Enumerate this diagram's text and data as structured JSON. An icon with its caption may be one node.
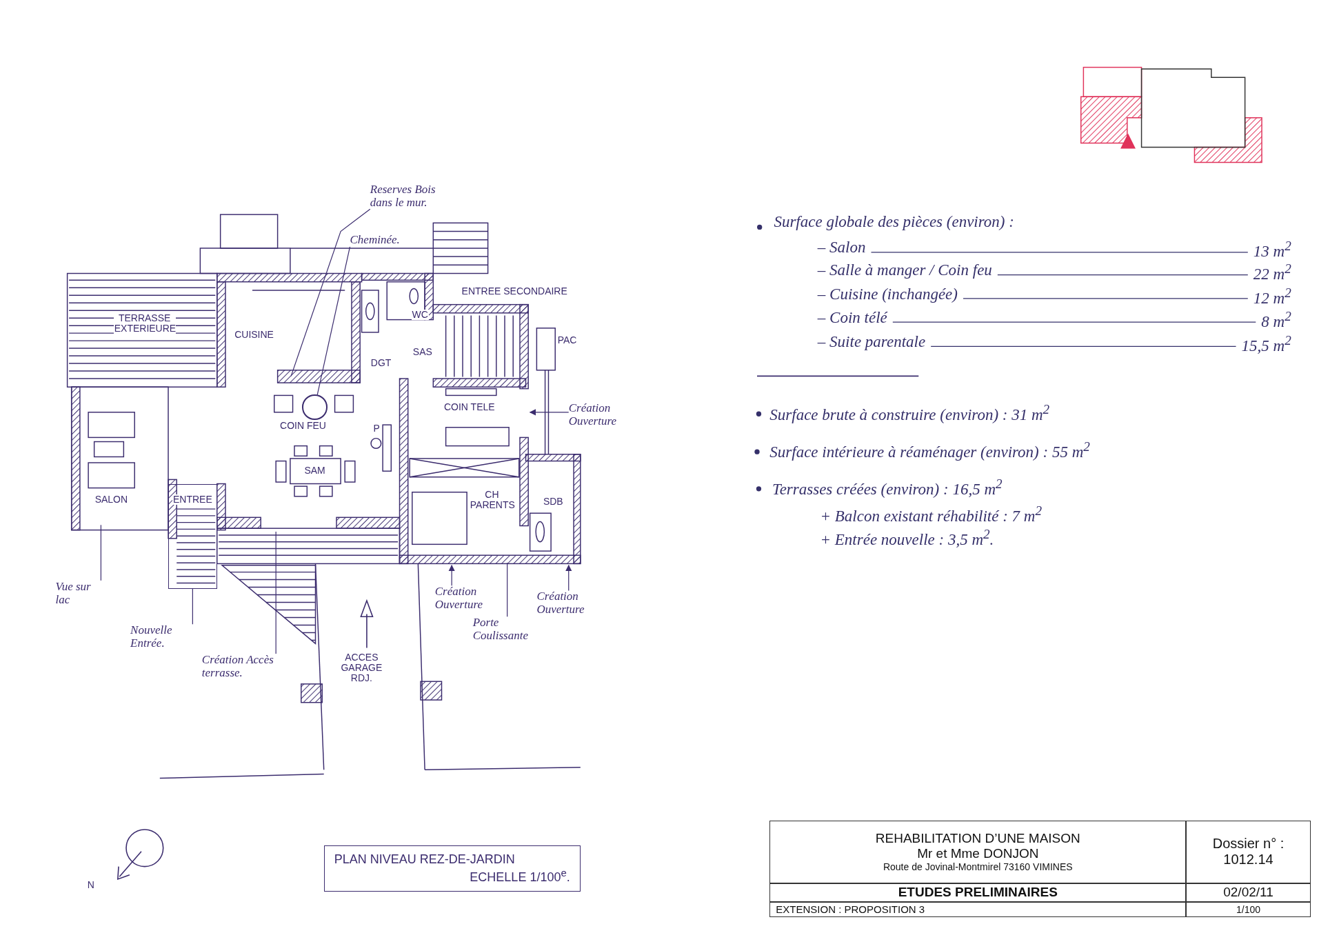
{
  "diagram": {
    "nodes": [
      {
        "text": [
          "Reserves Bois dans le mur."
        ]
      },
      {
        "text": [
          "Cheminée."
        ]
      },
      {
        "text": [
          "Création Ouverture"
        ]
      },
      {
        "text": [
          "Vue sur lac"
        ]
      },
      {
        "text": [
          "Nouvelle Entrée."
        ]
      },
      {
        "text": [
          "Création Accès terrasse."
        ]
      },
      {
        "text": [
          "Création Ouverture"
        ]
      },
      {
        "text": [
          "Porte Coulissante"
        ]
      },
      {
        "text": [
          "Création Ouverture"
        ]
      },
      {
        "text": [],
        "shape": "circle"
      },
      {
        "text": [
          "REHABILITATION D’UNE MAISON",
          "Mr et Mme DONJON",
          "Route de Jovinal-Montmirel 73160 VIMINES"
        ]
      },
      {
        "text": [
          "Dossier n° :",
          "1012.14"
        ]
      },
      {
        "text": [
          "ETUDES PRELIMINAIRES"
        ]
      },
      {
        "text": [
          "02/02/11"
        ]
      },
      {
        "text": [
          "EXTENSION : PROPOSITION 3"
        ]
      },
      {
        "text": [
          "1/100"
        ]
      },
      {
        "text": [
          "PLAN NIVEAU REZ-DE-JARDIN",
          "ECHELLE 1/100$^{e}$."
        ]
      },
      {
        "text": [
          "ENTREE"
        ]
      }
    ],
    "edges": [
      {
        "from": 0,
        "to": null,
        "arrow": "none"
      },
      {
        "from": 1,
        "to": 9,
        "arrow": "none"
      },
      {
        "from": 2,
        "to": null,
        "arrow": "to"
      },
      {
        "from": 3,
        "to": null,
        "arrow": "none"
      },
      {
        "from": 4,
        "to": 17,
        "arrow": "none"
      },
      {
        "from": 5,
        "to": null,
        "arrow": "none"
      },
      {
        "from": 6,
        "to": null,
        "arrow": "to"
      },
      {
        "from": 7,
        "to": null,
        "arrow": "none"
      },
      {
        "from": 8,
        "to": null,
        "arrow": "to"
      }
    ],
    "labels": [
      "TERRASSE EXTERIEURE",
      "CUISINE",
      "WC",
      "DGT",
      "SAS",
      "ENTREE SECONDAIRE",
      "PAC",
      "COIN FEU",
      "P",
      "SAM",
      "SALON",
      "COIN TELE",
      "CH PARENTS",
      "SDB",
      "ACCES GARAGE RDJ.",
      "N",
      "Surface globale des pièces (environ) :",
      "– Salon",
      "13 m$^{2}$",
      "– Salle à manger / Coin feu",
      "22 m$^{2}$",
      "– Cuisine (inchangée)",
      "12 m$^{2}$",
      "– Coin télé",
      "8 m$^{2}$",
      "– Suite parentale",
      "15,5 m$^{2}$",
      "Surface brute à construire (environ) : 31 m$^{2}$",
      "Surface intérieure à réaménager (environ) : 55 m$^{2}$",
      "Terrasses créées (environ) : 16,5 m$^{2}$",
      "+ Balcon existant réhabilité : 7 m$^{2}$",
      "+ Entrée nouvelle : 3,5 m$^{2}$."
    ]
  }
}
